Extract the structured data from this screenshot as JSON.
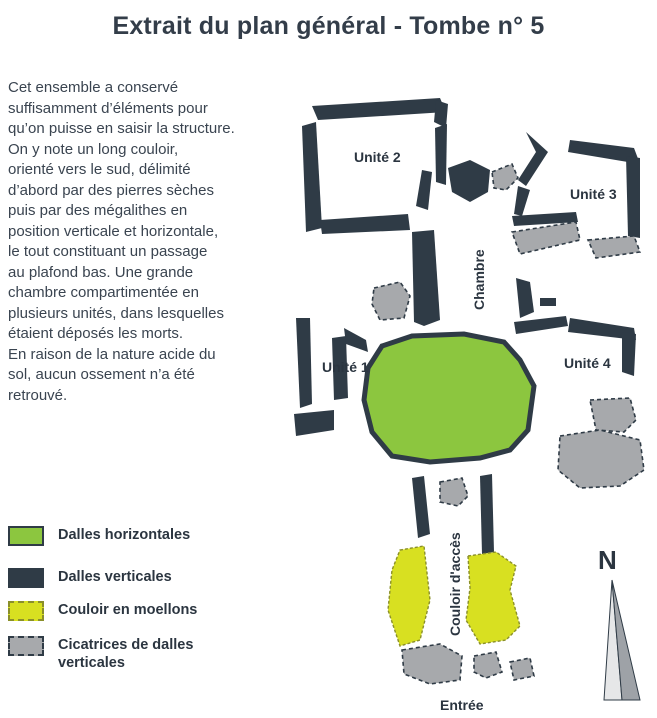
{
  "title": "Extrait du plan général - Tombe n° 5",
  "description_lines": [
    "Cet ensemble a conservé",
    "suffisamment d’éléments pour",
    "qu’on puisse en saisir la structure.",
    "On y note un long couloir,",
    "orienté vers le sud, délimité",
    "d’abord par des pierres sèches",
    "puis par des mégalithes en",
    "position verticale et horizontale,",
    "le tout constituant un passage",
    "au plafond bas. Une grande",
    "chambre compartimentée en",
    "plusieurs unités, dans lesquelles",
    "étaient déposés les morts.",
    "En raison de la nature acide du",
    "sol, aucun ossement n’a été",
    "retrouvé."
  ],
  "plan_labels": {
    "unite_2": "Unité 2",
    "unite_3": "Unité 3",
    "unite_1": "Unité 1",
    "unite_4": "Unité 4",
    "chambre": "Chambre",
    "couloir": "Couloir d'accès",
    "entree": "Entrée",
    "north": "N"
  },
  "legend": [
    {
      "label_lines": [
        "Dalles horizontales"
      ],
      "color": "#8cc63f",
      "border": "#2f3b46",
      "dashed": false
    },
    {
      "label_lines": [
        "Dalles verticales"
      ],
      "color": "#2f3b46",
      "border": "#2f3b46",
      "dashed": false
    },
    {
      "label_lines": [
        "Couloir en moellons"
      ],
      "color": "#d8e021",
      "border": "#8a8f2a",
      "dashed": true
    },
    {
      "label_lines": [
        "Cicatrices de dalles",
        "verticales"
      ],
      "color": "#a7a9ac",
      "border": "#2f3b46",
      "dashed": true
    }
  ],
  "colors": {
    "dalles_horizontales": "#8cc63f",
    "dalles_verticales": "#2f3b46",
    "couloir_moellons": "#d8e021",
    "cicatrices": "#a7a9ac"
  }
}
